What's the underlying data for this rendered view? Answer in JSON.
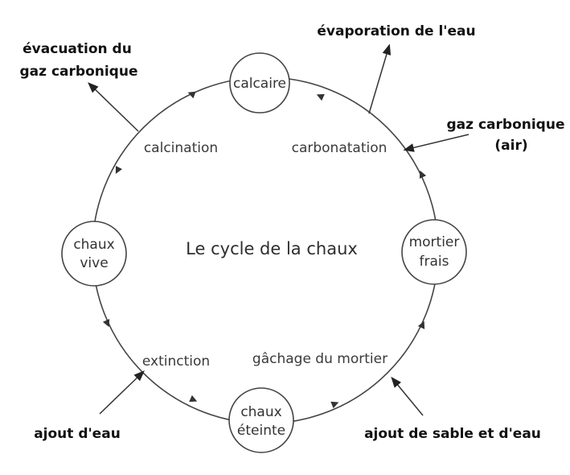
{
  "diagram": {
    "title": "Le cycle de la chaux",
    "nodes": {
      "calcaire": [
        "calcaire"
      ],
      "chaux_vive": [
        "chaux",
        "vive"
      ],
      "chaux_eteinte": [
        "chaux",
        "éteinte"
      ],
      "mortier_frais": [
        "mortier",
        "frais"
      ]
    },
    "processes": {
      "calcination": "calcination",
      "carbonatation": "carbonatation",
      "extinction": "extinction",
      "gachage": "gâchage du mortier"
    },
    "external": {
      "evacuation_gaz": [
        "évacuation du",
        "gaz carbonique"
      ],
      "evaporation_eau": "évaporation de l'eau",
      "gaz_air": [
        "gaz carbonique",
        "(air)"
      ],
      "ajout_eau": "ajout d'eau",
      "ajout_sable": "ajout de sable et d'eau"
    }
  }
}
